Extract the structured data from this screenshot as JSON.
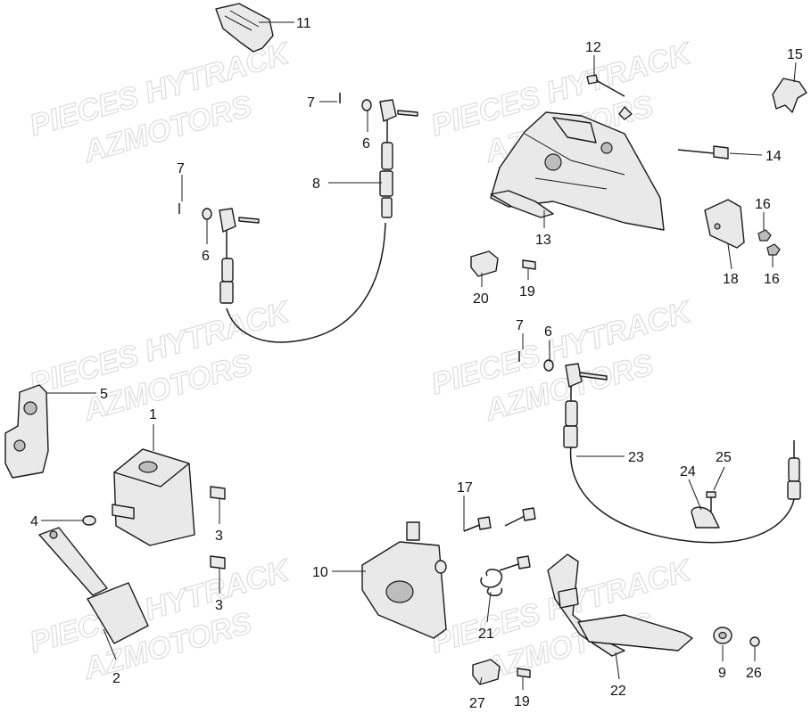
{
  "watermark": {
    "line1": "PIECES HYTRACK",
    "line2": "AZMOTORS"
  },
  "callouts": [
    "1",
    "2",
    "3",
    "3",
    "4",
    "5",
    "6",
    "6",
    "6",
    "7",
    "7",
    "7",
    "8",
    "9",
    "10",
    "11",
    "12",
    "13",
    "14",
    "15",
    "16",
    "16",
    "17",
    "18",
    "19",
    "19",
    "20",
    "21",
    "22",
    "23",
    "24",
    "25",
    "26",
    "27"
  ]
}
